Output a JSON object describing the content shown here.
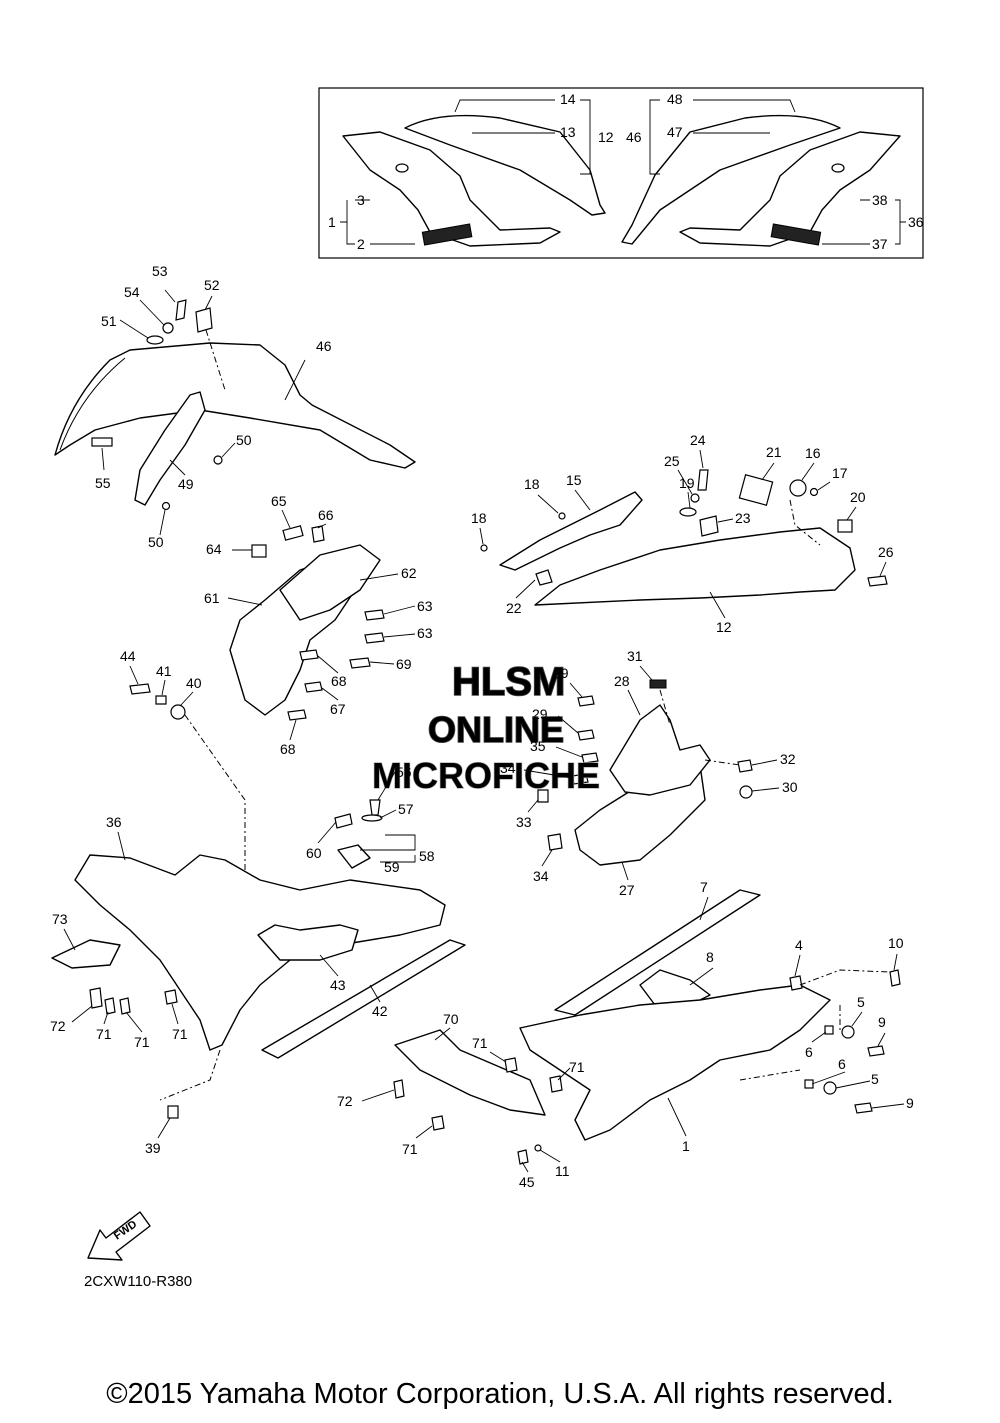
{
  "diagram": {
    "code": "2CXW110-R380",
    "fwd_label": "FWD",
    "copyright": "©2015 Yamaha Motor Corporation, U.S.A. All rights reserved.",
    "watermark": [
      "HLSM",
      "ONLINE",
      "MICROFICHE"
    ],
    "callouts": {
      "c1": "1",
      "c2": "2",
      "c3": "3",
      "c4": "4",
      "c5": "5",
      "c6": "6",
      "c7": "7",
      "c8": "8",
      "c9": "9",
      "c10": "10",
      "c11": "11",
      "c12": "12",
      "c13": "13",
      "c14": "14",
      "c15": "15",
      "c16": "16",
      "c17": "17",
      "c18": "18",
      "c19": "19",
      "c20": "20",
      "c21": "21",
      "c22": "22",
      "c23": "23",
      "c24": "24",
      "c25": "25",
      "c26": "26",
      "c27": "27",
      "c28": "28",
      "c29": "29",
      "c30": "30",
      "c31": "31",
      "c32": "32",
      "c33": "33",
      "c34": "34",
      "c35": "35",
      "c36": "36",
      "c37": "37",
      "c38": "38",
      "c39": "39",
      "c40": "40",
      "c41": "41",
      "c42": "42",
      "c43": "43",
      "c44": "44",
      "c45": "45",
      "c46": "46",
      "c47": "47",
      "c48": "48",
      "c49": "49",
      "c50": "50",
      "c51": "51",
      "c52": "52",
      "c53": "53",
      "c54": "54",
      "c55": "55",
      "c56": "56",
      "c57": "57",
      "c58": "58",
      "c59": "59",
      "c60": "60",
      "c61": "61",
      "c62": "62",
      "c63": "63",
      "c64": "64",
      "c65": "65",
      "c66": "66",
      "c67": "67",
      "c68": "68",
      "c69": "69",
      "c70": "70",
      "c71": "71",
      "c72": "72",
      "c73": "73"
    }
  }
}
